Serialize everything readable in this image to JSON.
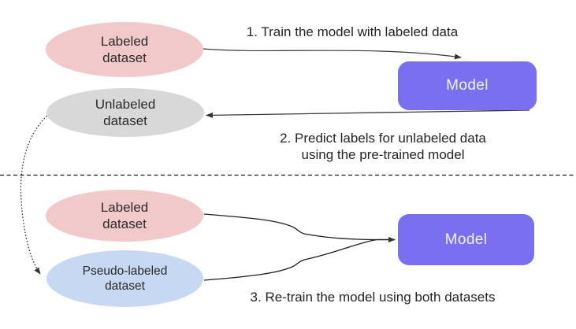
{
  "diagram": {
    "top_section": {
      "labeled_dataset_label": "Labeled\ndataset",
      "unlabeled_dataset_label": "Unlabeled\ndataset",
      "model_label": "Model",
      "step1_text": "1. Train the model with labeled data",
      "step2_text": "2. Predict labels for unlabeled data\nusing the pre-trained model"
    },
    "bottom_section": {
      "labeled_dataset_label": "Labeled\ndataset",
      "pseudo_labeled_dataset_label": "Pseudo-labeled\ndataset",
      "model_label": "Model",
      "step3_text": "3. Re-train the model using both datasets"
    },
    "colors": {
      "labeled_fill": "#f2c9ca",
      "unlabeled_fill": "#d8d8d8",
      "pseudo_labeled_fill": "#c7d8f2",
      "model_fill": "#7a6ff0",
      "model_text": "#f2f1fc",
      "label_text": "#2b2b2b",
      "arrow_stroke": "#333333"
    }
  }
}
